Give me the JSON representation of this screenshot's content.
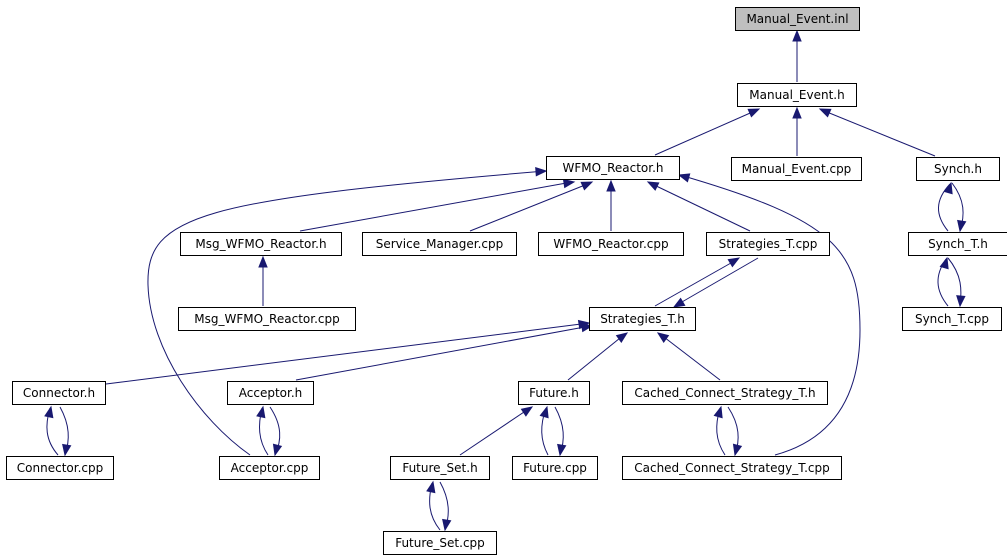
{
  "colors": {
    "edge": "#191970",
    "root_fill": "#bfbfbf",
    "node_fill": "#ffffff",
    "border": "#000000"
  },
  "nodes": {
    "manual_event_inl": "Manual_Event.inl",
    "manual_event_h": "Manual_Event.h",
    "wfmo_reactor_h": "WFMO_Reactor.h",
    "manual_event_cpp": "Manual_Event.cpp",
    "synch_h": "Synch.h",
    "msg_wfmo_reactor_h": "Msg_WFMO_Reactor.h",
    "service_manager_cpp": "Service_Manager.cpp",
    "wfmo_reactor_cpp": "WFMO_Reactor.cpp",
    "strategies_t_cpp": "Strategies_T.cpp",
    "synch_t_h": "Synch_T.h",
    "msg_wfmo_reactor_cpp": "Msg_WFMO_Reactor.cpp",
    "strategies_t_h": "Strategies_T.h",
    "synch_t_cpp": "Synch_T.cpp",
    "connector_h": "Connector.h",
    "acceptor_h": "Acceptor.h",
    "future_h": "Future.h",
    "cached_connect_strategy_t_h": "Cached_Connect_Strategy_T.h",
    "connector_cpp": "Connector.cpp",
    "acceptor_cpp": "Acceptor.cpp",
    "future_set_h": "Future_Set.h",
    "future_cpp": "Future.cpp",
    "cached_connect_strategy_t_cpp": "Cached_Connect_Strategy_T.cpp",
    "future_set_cpp": "Future_Set.cpp"
  }
}
